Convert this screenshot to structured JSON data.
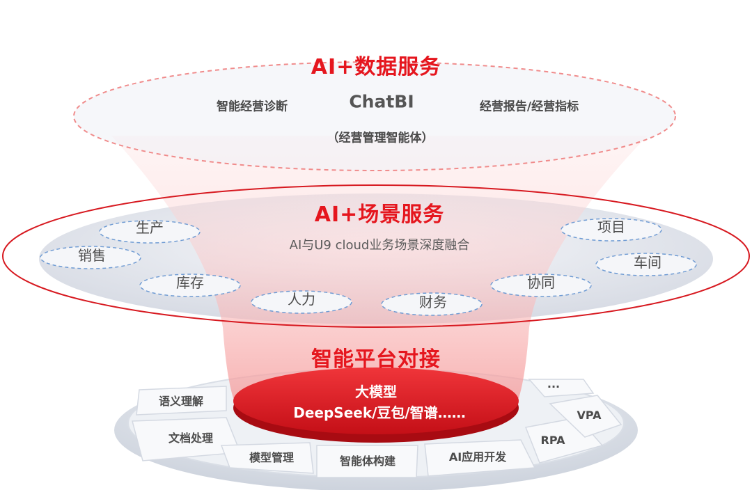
{
  "top": {
    "title": "AI+数据服务",
    "left": "智能经营诊断",
    "center": "ChatBI",
    "right": "经营报告/经营指标",
    "sub": "（经营管理智能体）"
  },
  "middle": {
    "title": "AI+场景服务",
    "subtitle": "AI与U9 cloud业务场景深度融合",
    "scenes": [
      "生产",
      "销售",
      "库存",
      "人力",
      "财务",
      "协同",
      "项目",
      "车间"
    ]
  },
  "bottom": {
    "title": "智能平台对接",
    "core_line1": "大模型",
    "core_line2": "DeepSeek/豆包/智谱……",
    "segments": [
      "语义理解",
      "文档处理",
      "模型管理",
      "智能体构建",
      "AI应用开发",
      "RPA",
      "VPA",
      "..."
    ]
  },
  "colors": {
    "brand_red": "#e5161e",
    "dashed_blue": "#7fa6d6",
    "platform_grey": "#e6e9ee"
  }
}
